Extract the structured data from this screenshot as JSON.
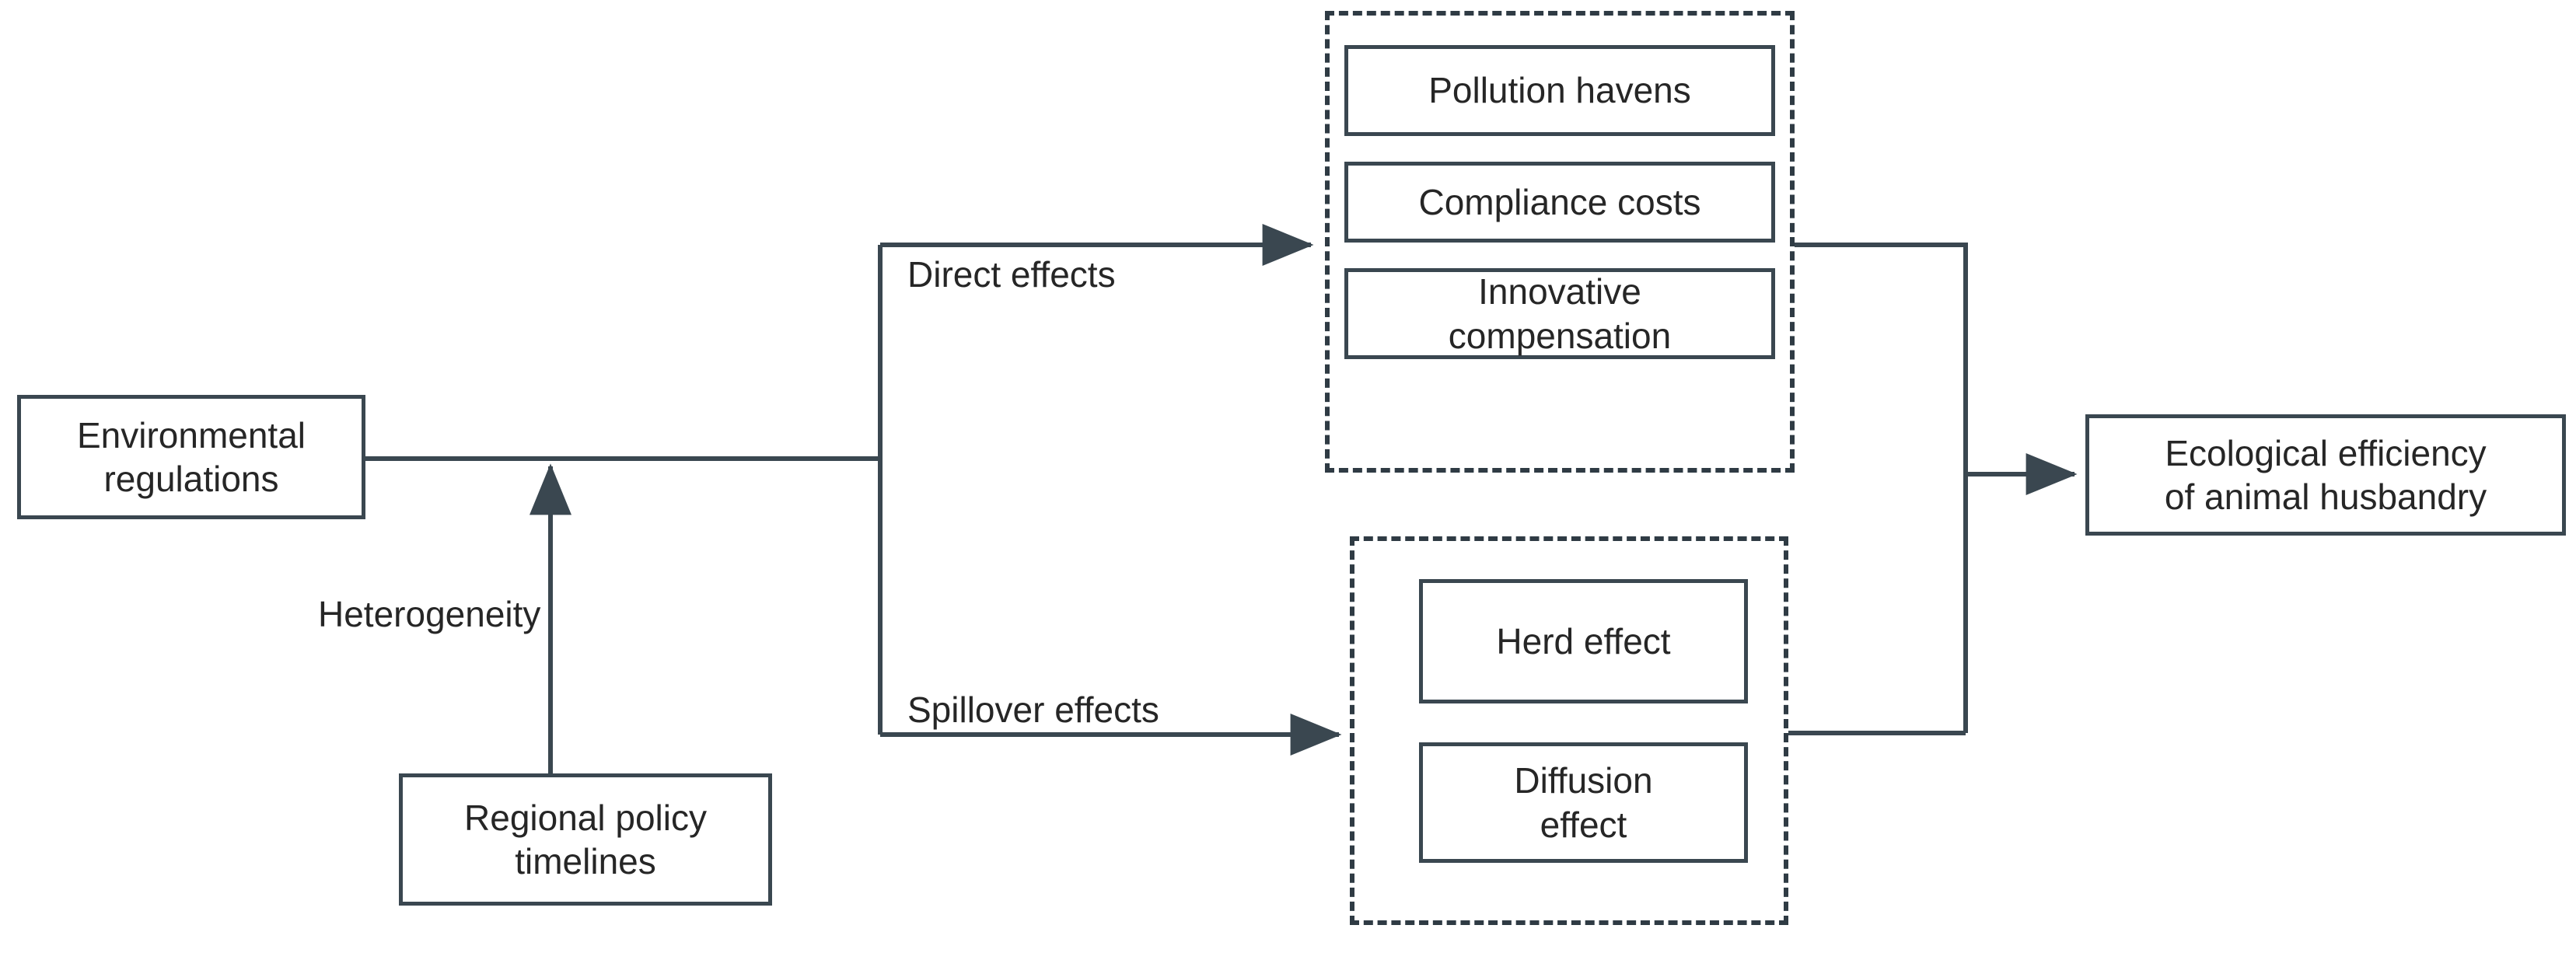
{
  "diagram": {
    "title": "Environmental regulations and ecological efficiency of animal husbandry framework",
    "colors": {
      "node_border": "#3a4750",
      "group_border": "#2f3b44",
      "connector": "#3a4750",
      "text": "#262626",
      "background": "#ffffff"
    },
    "nodes": {
      "environmental_regulations": "Environmental\nregulations",
      "regional_policy_timelines": "Regional policy\ntimelines",
      "pollution_havens": "Pollution havens",
      "compliance_costs": "Compliance costs",
      "innovative_compensation": "Innovative\ncompensation",
      "herd_effect": "Herd effect",
      "diffusion_effect": "Diffusion\neffect",
      "ecological_efficiency": "Ecological efficiency\nof animal husbandry"
    },
    "edge_labels": {
      "heterogeneity": "Heterogeneity",
      "direct_effects": "Direct effects",
      "spillover_effects": "Spillover effects"
    },
    "groups": {
      "direct_effects_group": "Direct effects group",
      "spillover_effects_group": "Spillover effects group"
    }
  }
}
